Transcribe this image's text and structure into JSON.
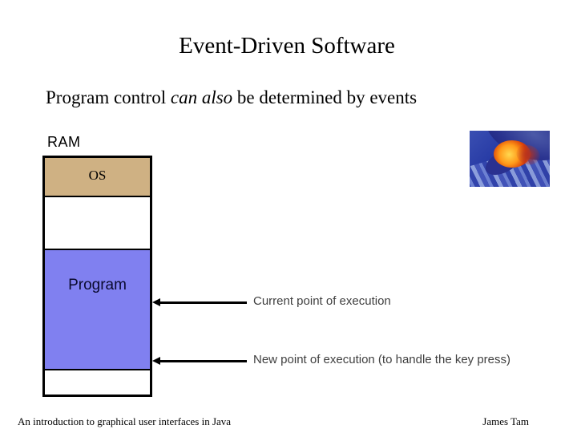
{
  "slide": {
    "title": "Event-Driven Software",
    "body": {
      "prefix": "Program control ",
      "italic": "can also",
      "suffix": " be determined by events"
    },
    "diagram": {
      "ram_label": "RAM",
      "os_label": "OS",
      "program_label": "Program",
      "annotations": [
        {
          "label": "Current point of execution"
        },
        {
          "label": "New point of execution (to handle the key press)"
        }
      ]
    },
    "footer": {
      "left": "An introduction to graphical user interfaces in Java",
      "right": "James Tam"
    },
    "colors": {
      "os_fill": "#CFB183",
      "program_fill": "#8080F0",
      "annotation_text": "#3F3F3F"
    },
    "icons": {
      "photo": "keyboard-finger-photo"
    }
  }
}
